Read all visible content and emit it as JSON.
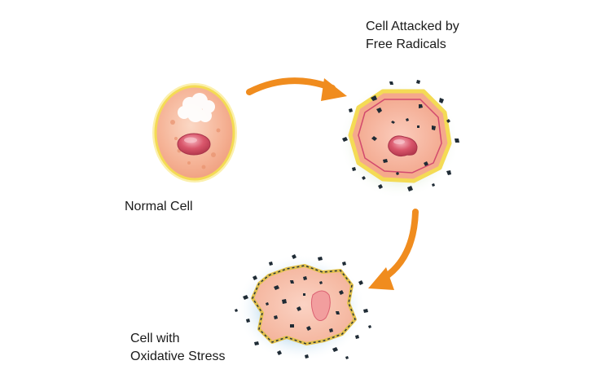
{
  "labels": {
    "normal_cell": "Normal Cell",
    "attacked_line1": "Cell Attacked by",
    "attacked_line2": "Free Radicals",
    "stress_line1": "Cell with",
    "stress_line2": "Oxidative Stress"
  },
  "colors": {
    "arrow": "#F08C1E",
    "cell_fill": "#F6B79A",
    "cell_membrane": "#F4DB55",
    "nucleus": "#D9566B",
    "free_radical": "#1F2B35",
    "stress_glow": "#A9CFE6"
  }
}
